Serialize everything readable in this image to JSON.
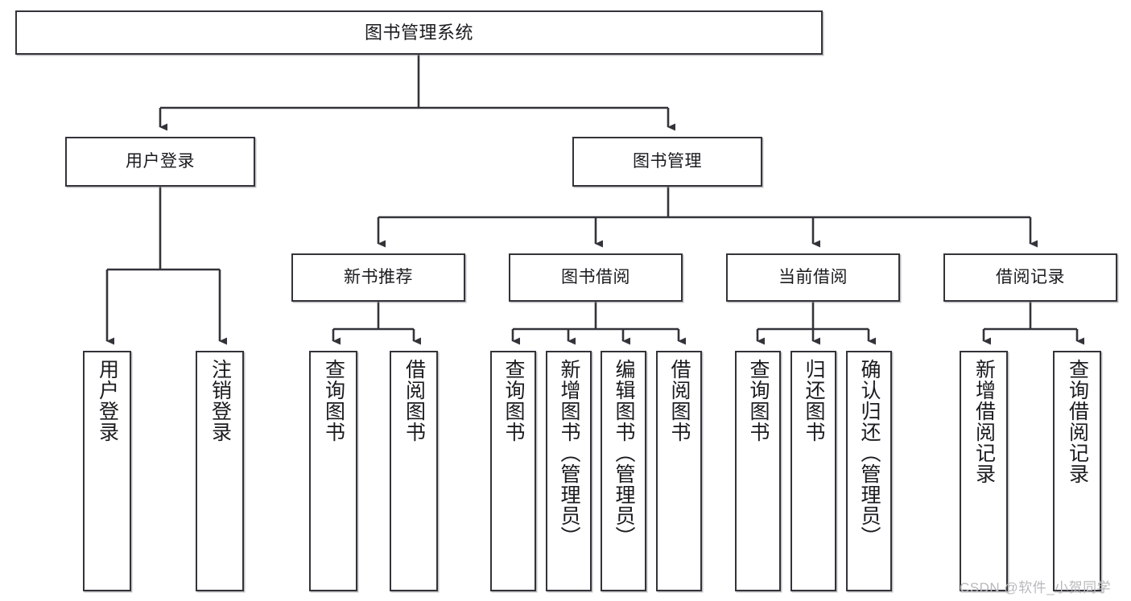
{
  "diagram": {
    "title": "图书管理系统",
    "type": "functional-structure-tree",
    "levels": 4,
    "root": {
      "label": "图书管理系统"
    },
    "level2": [
      {
        "label": "用户登录"
      },
      {
        "label": "图书管理"
      }
    ],
    "level3": [
      {
        "label": "新书推荐",
        "parent": "图书管理"
      },
      {
        "label": "图书借阅",
        "parent": "图书管理"
      },
      {
        "label": "当前借阅",
        "parent": "图书管理"
      },
      {
        "label": "借阅记录",
        "parent": "图书管理"
      }
    ],
    "leaves": {
      "user_login": [
        {
          "label": "用户登录"
        },
        {
          "label": "注销登录"
        }
      ],
      "new_book_recommend": [
        {
          "label": "查询图书"
        },
        {
          "label": "借阅图书"
        }
      ],
      "book_borrow": [
        {
          "label": "查询图书"
        },
        {
          "label": "新增图书（管理员）"
        },
        {
          "label": "编辑图书（管理员）"
        },
        {
          "label": "借阅图书"
        }
      ],
      "current_borrow": [
        {
          "label": "查询图书"
        },
        {
          "label": "归还图书"
        },
        {
          "label": "确认归还（管理员）"
        }
      ],
      "borrow_record": [
        {
          "label": "新增借阅记录"
        },
        {
          "label": "查询借阅记录"
        }
      ]
    }
  },
  "watermark": {
    "text": "CSDN @软件_小贺同学"
  },
  "colors": {
    "border": "#33343a",
    "background": "#ffffff",
    "text": "#1b1b1f",
    "connector": "#33343a",
    "watermark": "#b9b9bd"
  }
}
